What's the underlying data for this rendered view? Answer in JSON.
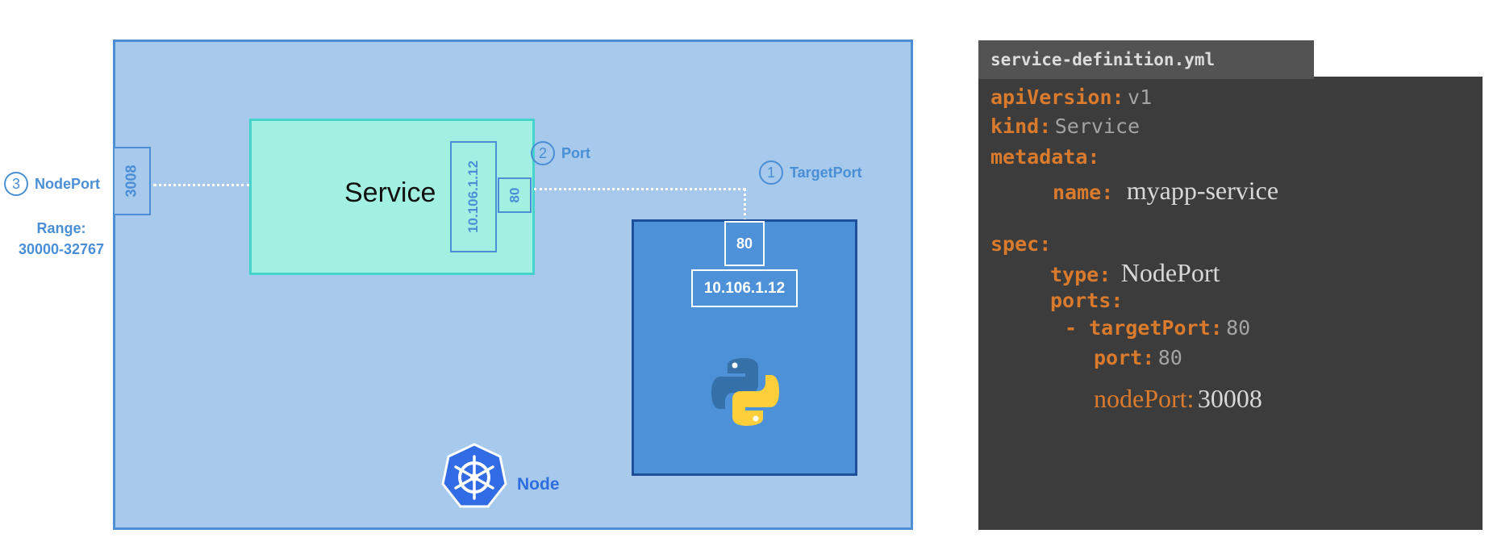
{
  "diagram": {
    "nodeport": {
      "value": "3008",
      "callout_num": "3",
      "callout_label": "NodePort",
      "range_label": "Range:",
      "range_value": "30000-32767"
    },
    "service": {
      "title": "Service",
      "ip": "10.106.1.12",
      "port": "80"
    },
    "port_callout": {
      "num": "2",
      "label": "Port"
    },
    "target_callout": {
      "num": "1",
      "label": "TargetPort"
    },
    "pod": {
      "port": "80",
      "ip": "10.106.1.12",
      "icon": "python-logo"
    },
    "node": {
      "label": "Node",
      "icon": "kubernetes-helm-icon"
    },
    "colors": {
      "node_bg": "#a6c9ec",
      "node_border": "#4a8fd6",
      "service_bg": "#a2f0e2",
      "pod_bg": "#4d92d9",
      "label_blue": "#4a8fd6"
    }
  },
  "code": {
    "filename": "service-definition.yml",
    "apiVersion_key": "apiVersion:",
    "apiVersion_val": "v1",
    "kind_key": "kind:",
    "kind_val": "Service",
    "metadata_key": "metadata:",
    "name_key": "name:",
    "name_val": "myapp-service",
    "spec_key": "spec:",
    "type_key": "type:",
    "type_val": "NodePort",
    "ports_key": "ports:",
    "targetPort_key": "- targetPort:",
    "targetPort_val": "80",
    "port_key": "port:",
    "port_val": "80",
    "nodePort_key": "nodePort:",
    "nodePort_val": "30008",
    "colors": {
      "key": "#d97a2c",
      "value": "#a3a3a3",
      "panel": "#3c3c3c",
      "tab": "#535353"
    }
  }
}
